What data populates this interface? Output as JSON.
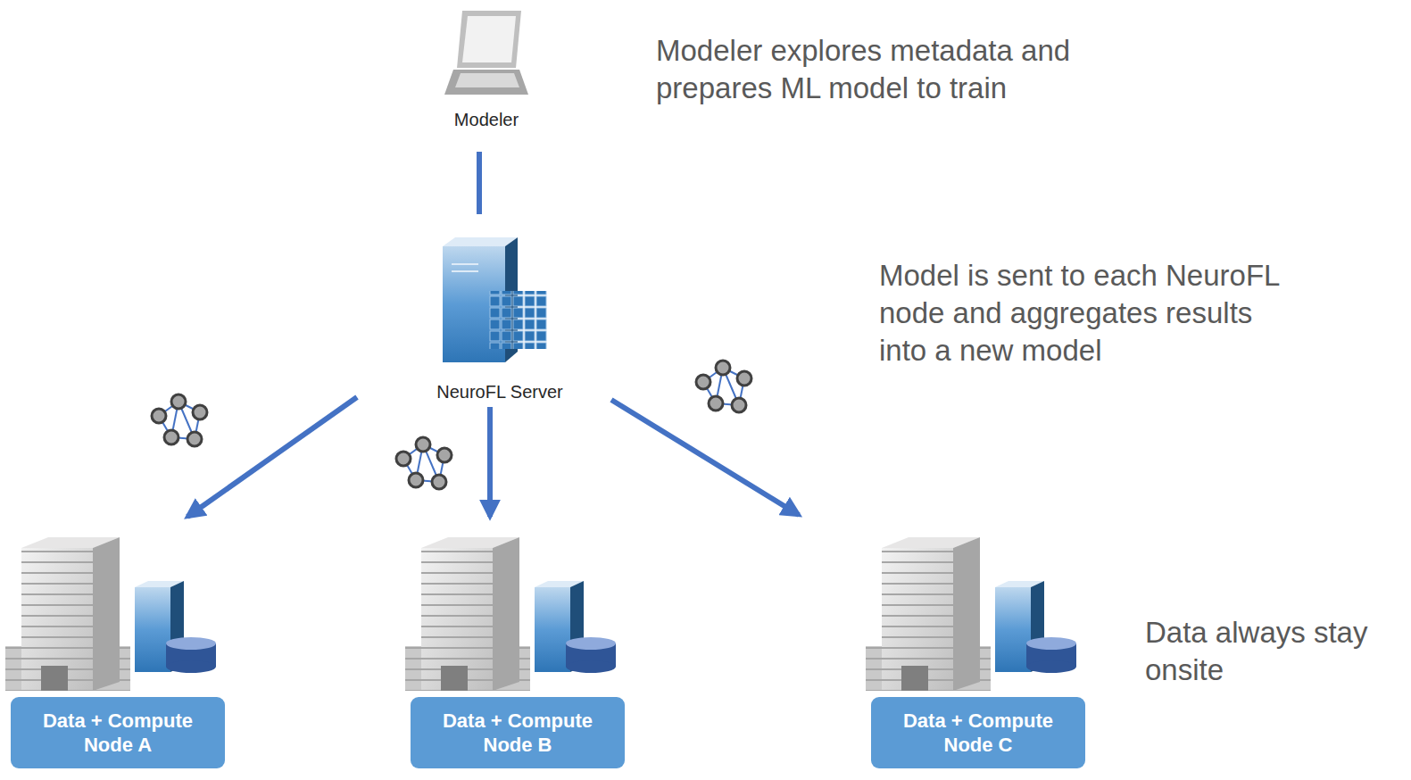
{
  "diagram": {
    "nodes": [
      {
        "text": [
          "Modeler"
        ]
      },
      {
        "text": [
          "NeuroFL Server"
        ]
      },
      {
        "text": [
          "Data + Compute Node A"
        ]
      },
      {
        "text": [
          "Data + Compute Node B"
        ]
      },
      {
        "text": [
          "Data + Compute Node C"
        ]
      }
    ],
    "edges": [
      {
        "from": 0,
        "to": 1,
        "arrow": "none"
      },
      {
        "from": 1,
        "to": 2,
        "arrow": "to"
      },
      {
        "from": 1,
        "to": 3,
        "arrow": "to"
      },
      {
        "from": 1,
        "to": 4,
        "arrow": "to"
      }
    ],
    "labels": [
      "Modeler explores metadata and prepares ML model to train",
      "Model is sent to each NeuroFL node and aggregates results into a new model",
      "Data always stay onsite"
    ]
  }
}
